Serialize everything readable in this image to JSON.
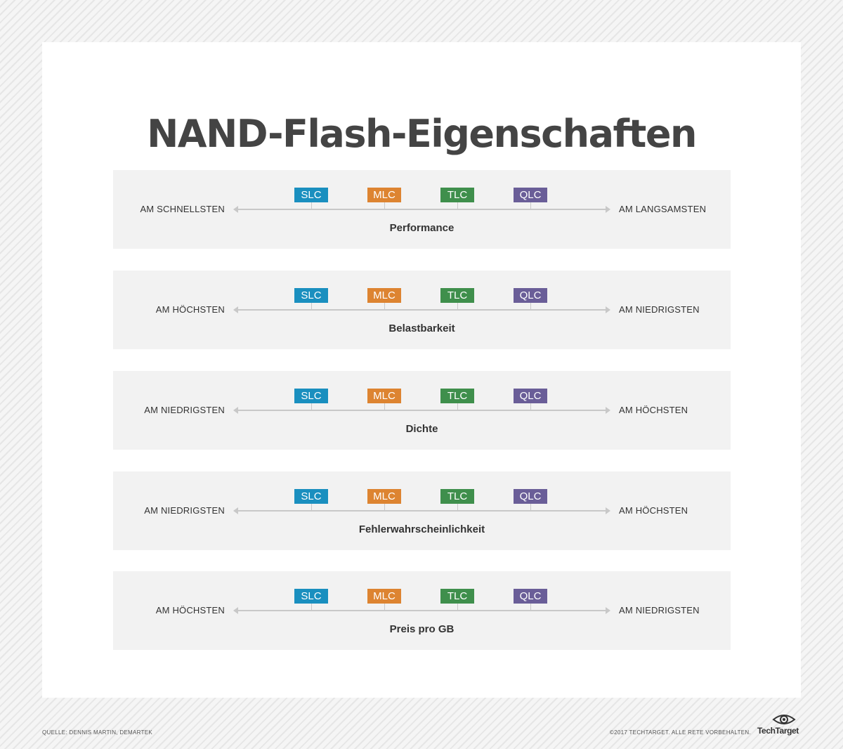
{
  "title": "NAND-Flash-Eigenschaften",
  "colors": {
    "slc": "#1a8fbf",
    "mlc": "#dd8431",
    "tlc": "#3f8f4c",
    "qlc": "#6a5e98",
    "row_background": "#f2f2f2",
    "axis": "#c8c8c8"
  },
  "cell_types": [
    "SLC",
    "MLC",
    "TLC",
    "QLC"
  ],
  "rows": [
    {
      "title": "Performance",
      "left_label": "AM SCHNELLSTEN",
      "right_label": "AM LANGSAMSTEN"
    },
    {
      "title": "Belastbarkeit",
      "left_label": "AM HÖCHSTEN",
      "right_label": "AM NIEDRIGSTEN"
    },
    {
      "title": "Dichte",
      "left_label": "AM NIEDRIGSTEN",
      "right_label": "AM HÖCHSTEN"
    },
    {
      "title": "Fehlerwahrscheinlichkeit",
      "left_label": "AM NIEDRIGSTEN",
      "right_label": "AM HÖCHSTEN"
    },
    {
      "title": "Preis pro GB",
      "left_label": "AM HÖCHSTEN",
      "right_label": "AM NIEDRIGSTEN"
    }
  ],
  "footer": {
    "source": "QUELLE: DENNIS MARTIN, DEMARTEK",
    "copyright": "©2017 TECHTARGET. ALLE RETE VORBEHALTEN.",
    "logo": "TechTarget"
  }
}
